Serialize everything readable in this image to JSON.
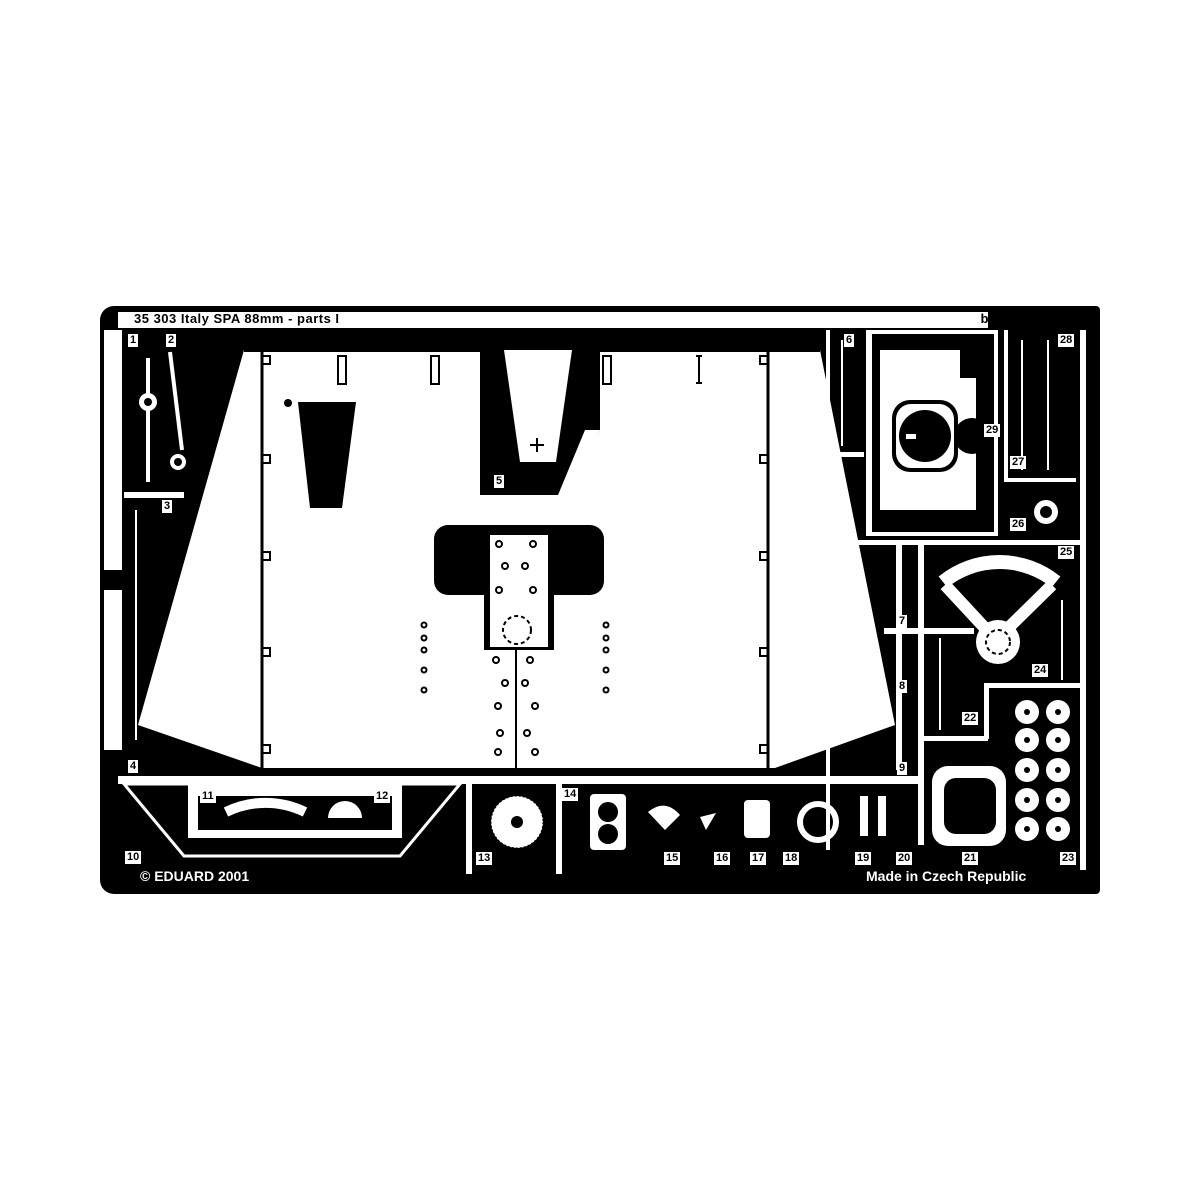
{
  "sheet": {
    "title": "35 303 Italy SPA 88mm - parts I",
    "brand_mirrored": "eduard",
    "copyright": "© EDUARD 2001",
    "origin": "Made in Czech Republic",
    "background_color": "#000000",
    "metal_color": "#ffffff"
  },
  "parts": [
    {
      "id": "1",
      "label": "1",
      "desc": "rod with ring"
    },
    {
      "id": "2",
      "label": "2",
      "desc": "bent arm with eye"
    },
    {
      "id": "3",
      "label": "3",
      "desc": "long rod"
    },
    {
      "id": "4",
      "label": "4",
      "desc": "main left panel corner"
    },
    {
      "id": "5",
      "label": "5",
      "desc": "tapered plate"
    },
    {
      "id": "6",
      "label": "6",
      "desc": "thin rod"
    },
    {
      "id": "7",
      "label": "7",
      "desc": "rod"
    },
    {
      "id": "8",
      "label": "8",
      "desc": "small rod"
    },
    {
      "id": "9",
      "label": "9",
      "desc": "main panel right corner"
    },
    {
      "id": "10",
      "label": "10",
      "desc": "trapezoid frame"
    },
    {
      "id": "11",
      "label": "11",
      "desc": "curved arc plate"
    },
    {
      "id": "12",
      "label": "12",
      "desc": "dome plate"
    },
    {
      "id": "13",
      "label": "13",
      "desc": "round mesh disc"
    },
    {
      "id": "14",
      "label": "14",
      "desc": "double-hole plate"
    },
    {
      "id": "15",
      "label": "15",
      "desc": "fan bracket"
    },
    {
      "id": "16",
      "label": "16",
      "desc": "small bracket"
    },
    {
      "id": "17",
      "label": "17",
      "desc": "box clip"
    },
    {
      "id": "18",
      "label": "18",
      "desc": "ring"
    },
    {
      "id": "19",
      "label": "19",
      "desc": "strap"
    },
    {
      "id": "20",
      "label": "20",
      "desc": "strap"
    },
    {
      "id": "21",
      "label": "21",
      "desc": "square ring flange"
    },
    {
      "id": "22",
      "label": "22",
      "desc": "rod"
    },
    {
      "id": "23",
      "label": "23",
      "desc": "washers x10"
    },
    {
      "id": "24",
      "label": "24",
      "desc": "hub"
    },
    {
      "id": "25",
      "label": "25",
      "desc": "fan sector"
    },
    {
      "id": "26",
      "label": "26",
      "desc": "small ring"
    },
    {
      "id": "27",
      "label": "27",
      "desc": "rod"
    },
    {
      "id": "28",
      "label": "28",
      "desc": "rod"
    },
    {
      "id": "29",
      "label": "29",
      "desc": "plate with hole"
    }
  ]
}
